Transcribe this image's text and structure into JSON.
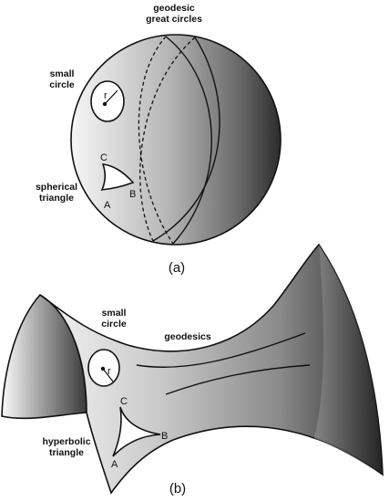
{
  "sphere": {
    "caption": "(a)",
    "great_circles_label_line1": "geodesic",
    "great_circles_label_line2": "great circles",
    "small_circle_label_line1": "small",
    "small_circle_label_line2": "circle",
    "radius_label": "r",
    "triangle_label_line1": "spherical",
    "triangle_label_line2": "triangle",
    "vertex_a": "A",
    "vertex_b": "B",
    "vertex_c": "C"
  },
  "saddle": {
    "caption": "(b)",
    "small_circle_label_line1": "small",
    "small_circle_label_line2": "circle",
    "radius_label": "r",
    "geodesics_label": "geodesics",
    "triangle_label_line1": "hyperbolic",
    "triangle_label_line2": "triangle",
    "vertex_a": "A",
    "vertex_b": "B",
    "vertex_c": "C"
  },
  "colors": {
    "outline": "#111111",
    "shade_light": "#f4f4f4",
    "shade_dark": "#2a2a2a",
    "region_fill": "#ffffff"
  }
}
